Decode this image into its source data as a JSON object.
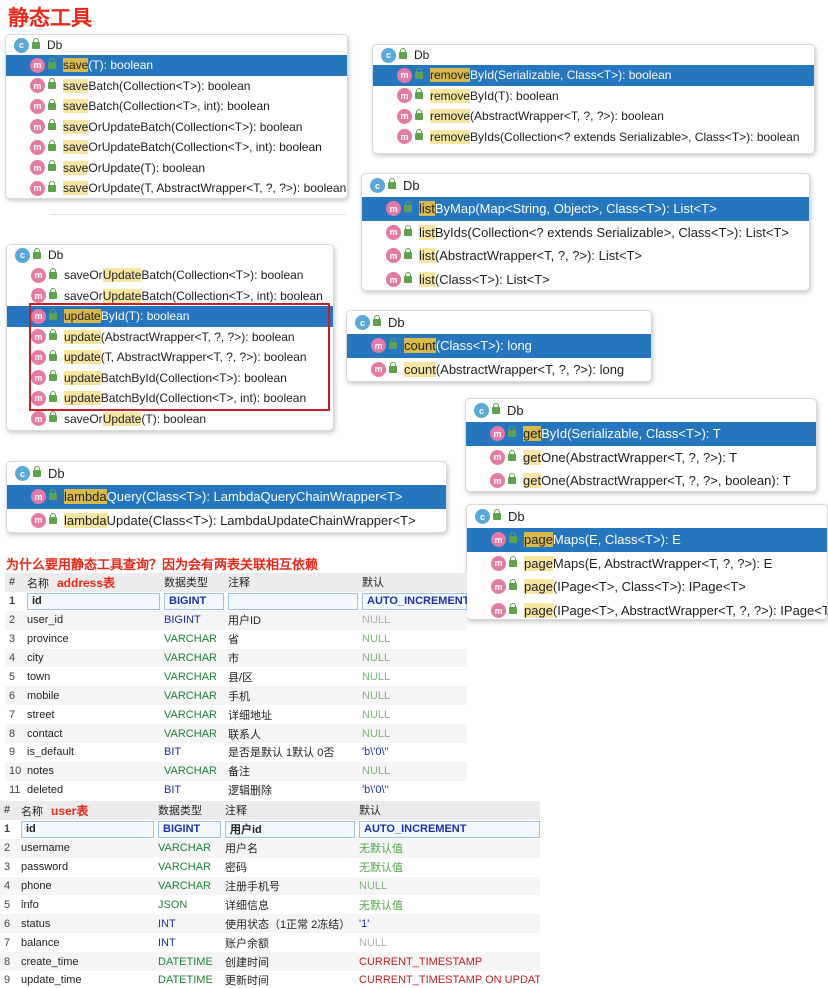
{
  "title": "静态工具",
  "class_name": "Db",
  "popups": {
    "save": {
      "items": [
        {
          "hl": "save",
          "rest": "(T): boolean",
          "selected": true
        },
        {
          "hl": "save",
          "rest": "Batch(Collection<T>): boolean"
        },
        {
          "hl": "save",
          "rest": "Batch(Collection<T>, int): boolean"
        },
        {
          "hl": "save",
          "rest": "OrUpdateBatch(Collection<T>): boolean"
        },
        {
          "hl": "save",
          "rest": "OrUpdateBatch(Collection<T>, int): boolean"
        },
        {
          "hl": "save",
          "rest": "OrUpdate(T): boolean"
        },
        {
          "hl": "save",
          "rest": "OrUpdate(T, AbstractWrapper<T, ?, ?>): boolean"
        }
      ]
    },
    "remove": {
      "items": [
        {
          "hl": "remove",
          "rest": "ById(Serializable, Class<T>): boolean",
          "selected": true
        },
        {
          "hl": "remove",
          "rest": "ById(T): boolean"
        },
        {
          "hl": "remove",
          "rest": "(AbstractWrapper<T, ?, ?>): boolean"
        },
        {
          "hl": "remove",
          "rest": "ByIds(Collection<? extends Serializable>, Class<T>): boolean"
        }
      ]
    },
    "list": {
      "items": [
        {
          "hl": "list",
          "rest": "ByMap(Map<String, Object>, Class<T>): List<T>",
          "selected": true
        },
        {
          "hl": "list",
          "rest": "ByIds(Collection<? extends Serializable>, Class<T>): List<T>"
        },
        {
          "hl": "list",
          "rest": "(AbstractWrapper<T, ?, ?>): List<T>"
        },
        {
          "hl": "list",
          "rest": "(Class<T>): List<T>"
        }
      ]
    },
    "update": {
      "items": [
        {
          "pre": "saveOr",
          "hl": "Update",
          "rest": "Batch(Collection<T>): boolean"
        },
        {
          "pre": "saveOr",
          "hl": "Update",
          "rest": "Batch(Collection<T>, int): boolean"
        },
        {
          "pre": "",
          "hl": "update",
          "rest": "ById(T): boolean",
          "selected": true
        },
        {
          "pre": "",
          "hl": "update",
          "rest": "(AbstractWrapper<T, ?, ?>): boolean"
        },
        {
          "pre": "",
          "hl": "update",
          "rest": "(T, AbstractWrapper<T, ?, ?>): boolean"
        },
        {
          "pre": "",
          "hl": "update",
          "rest": "BatchById(Collection<T>): boolean"
        },
        {
          "pre": "",
          "hl": "update",
          "rest": "BatchById(Collection<T>, int): boolean"
        },
        {
          "pre": "saveOr",
          "hl": "Update",
          "rest": "(T): boolean"
        }
      ]
    },
    "count": {
      "items": [
        {
          "hl": "count",
          "rest": "(Class<T>): long",
          "selected": true
        },
        {
          "hl": "count",
          "rest": "(AbstractWrapper<T, ?, ?>): long"
        }
      ]
    },
    "get": {
      "items": [
        {
          "hl": "get",
          "rest": "ById(Serializable, Class<T>): T",
          "selected": true
        },
        {
          "hl": "get",
          "rest": "One(AbstractWrapper<T, ?, ?>): T"
        },
        {
          "hl": "get",
          "rest": "One(AbstractWrapper<T, ?, ?>, boolean): T"
        }
      ]
    },
    "lambda": {
      "items": [
        {
          "hl": "lambda",
          "rest": "Query(Class<T>): LambdaQueryChainWrapper<T>",
          "selected": true
        },
        {
          "hl": "lambda",
          "rest": "Update(Class<T>): LambdaUpdateChainWrapper<T>"
        }
      ]
    },
    "page": {
      "items": [
        {
          "hl": "page",
          "rest": "Maps(E, Class<T>): E",
          "selected": true
        },
        {
          "hl": "page",
          "rest": "Maps(E, AbstractWrapper<T, ?, ?>): E"
        },
        {
          "hl": "page",
          "rest": "(IPage<T>, Class<T>): IPage<T>"
        },
        {
          "hl": "page",
          "rest": "(IPage<T>, AbstractWrapper<T, ?, ?>): IPage<T>"
        }
      ]
    }
  },
  "question": "为什么要用静态工具查询？因为会有两表关联相互依赖",
  "tables": {
    "headers": {
      "num": "#",
      "name": "名称",
      "type": "数据类型",
      "comment": "注释",
      "default": "默认"
    },
    "address": {
      "label": "address表",
      "rows": [
        {
          "n": "1",
          "name": "id",
          "type": "BIGINT",
          "comment": "",
          "def": "AUTO_INCREMENT",
          "tc": "t-int",
          "dc": "v-ai",
          "bold": true
        },
        {
          "n": "2",
          "name": "user_id",
          "type": "BIGINT",
          "comment": "用户ID",
          "def": "NULL",
          "tc": "t-int",
          "dc": "v-grey"
        },
        {
          "n": "3",
          "name": "province",
          "type": "VARCHAR",
          "comment": "省",
          "def": "NULL",
          "tc": "t-str",
          "dc": "v-null"
        },
        {
          "n": "4",
          "name": "city",
          "type": "VARCHAR",
          "comment": "市",
          "def": "NULL",
          "tc": "t-str",
          "dc": "v-null"
        },
        {
          "n": "5",
          "name": "town",
          "type": "VARCHAR",
          "comment": "县/区",
          "def": "NULL",
          "tc": "t-str",
          "dc": "v-null"
        },
        {
          "n": "6",
          "name": "mobile",
          "type": "VARCHAR",
          "comment": "手机",
          "def": "NULL",
          "tc": "t-str",
          "dc": "v-null"
        },
        {
          "n": "7",
          "name": "street",
          "type": "VARCHAR",
          "comment": "详细地址",
          "def": "NULL",
          "tc": "t-str",
          "dc": "v-null"
        },
        {
          "n": "8",
          "name": "contact",
          "type": "VARCHAR",
          "comment": "联系人",
          "def": "NULL",
          "tc": "t-str",
          "dc": "v-null"
        },
        {
          "n": "9",
          "name": "is_default",
          "type": "BIT",
          "comment": "是否是默认 1默认 0否",
          "def": "'b\\'0\\''",
          "tc": "t-bit",
          "dc": "v-str"
        },
        {
          "n": "10",
          "name": "notes",
          "type": "VARCHAR",
          "comment": "备注",
          "def": "NULL",
          "tc": "t-str",
          "dc": "v-null"
        },
        {
          "n": "11",
          "name": "deleted",
          "type": "BIT",
          "comment": "逻辑删除",
          "def": "'b\\'0\\''",
          "tc": "t-bit",
          "dc": "v-str"
        }
      ]
    },
    "user": {
      "label": "user表",
      "rows": [
        {
          "n": "1",
          "name": "id",
          "type": "BIGINT",
          "comment": "用户id",
          "def": "AUTO_INCREMENT",
          "tc": "t-int",
          "dc": "v-ai",
          "bold": true
        },
        {
          "n": "2",
          "name": "username",
          "type": "VARCHAR",
          "comment": "用户名",
          "def": "无默认值",
          "tc": "t-str",
          "dc": "v-nodef"
        },
        {
          "n": "3",
          "name": "password",
          "type": "VARCHAR",
          "comment": "密码",
          "def": "无默认值",
          "tc": "t-str",
          "dc": "v-nodef"
        },
        {
          "n": "4",
          "name": "phone",
          "type": "VARCHAR",
          "comment": "注册手机号",
          "def": "NULL",
          "tc": "t-str",
          "dc": "v-null"
        },
        {
          "n": "5",
          "name": "info",
          "type": "JSON",
          "comment": "详细信息",
          "def": "无默认值",
          "tc": "t-str",
          "dc": "v-nodef"
        },
        {
          "n": "6",
          "name": "status",
          "type": "INT",
          "comment": "使用状态（1正常 2冻结）",
          "def": "'1'",
          "tc": "t-int",
          "dc": "v-str"
        },
        {
          "n": "7",
          "name": "balance",
          "type": "INT",
          "comment": "账户余额",
          "def": "NULL",
          "tc": "t-int",
          "dc": "v-grey"
        },
        {
          "n": "8",
          "name": "create_time",
          "type": "DATETIME",
          "comment": "创建时间",
          "def": "CURRENT_TIMESTAMP",
          "tc": "t-str",
          "dc": "v-fn"
        },
        {
          "n": "9",
          "name": "update_time",
          "type": "DATETIME",
          "comment": "更新时间",
          "def": "CURRENT_TIMESTAMP ON UPDAT...",
          "tc": "t-str",
          "dc": "v-fn"
        }
      ]
    }
  },
  "colors": {
    "title": "#e8291c",
    "selection": "#2675bf",
    "match": "#f6e6a1",
    "red_box": "#c5202a"
  }
}
